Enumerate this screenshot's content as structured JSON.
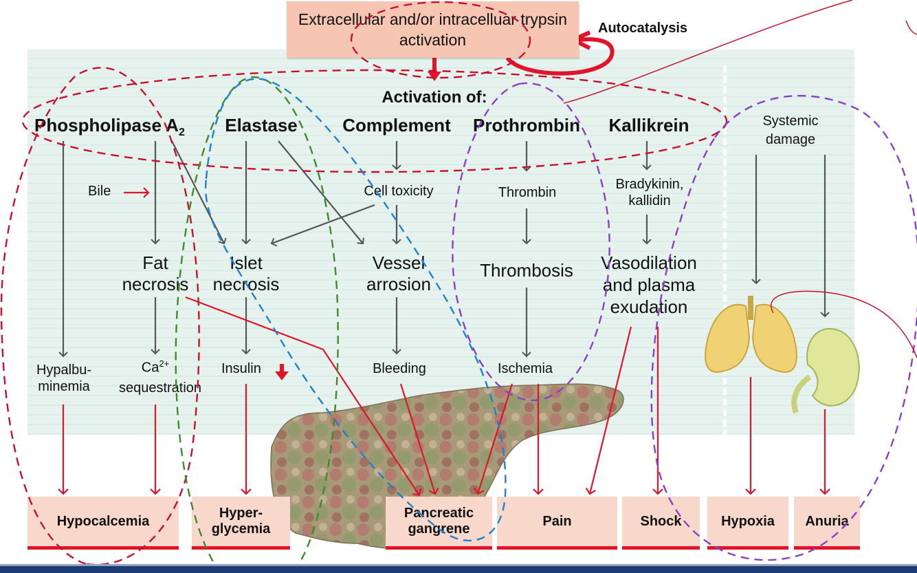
{
  "trigger": {
    "text": "Extracellular and/or intracelluar\ntrypsin activation",
    "autocatalysis": "Autocatalysis"
  },
  "activation_title": "Activation of:",
  "enzymes": {
    "phospholipase": "Phospholipase A",
    "phospholipase_sub": "2",
    "elastase": "Elastase",
    "complement": "Complement",
    "prothrombin": "Prothrombin",
    "kallikrein": "Kallikrein",
    "systemic": "Systemic\ndamage"
  },
  "mid": {
    "bile": "Bile",
    "cell_toxicity": "Cell toxicity",
    "thrombin": "Thrombin",
    "bradykinin": "Bradykinin,\nkallidin",
    "fat_necrosis": "Fat\nnecrosis",
    "islet_necrosis": "Islet\nnecrosis",
    "vessel_arrosion": "Vessel\narrosion",
    "thrombosis": "Thrombosis",
    "vasodilation": "Vasodilation\nand plasma\nexudation"
  },
  "lower": {
    "hypalbuminemia": "Hypalbu-\nminemia",
    "ca": "Ca",
    "ca_sup": "2+",
    "sequestration": "sequestration",
    "insulin": "Insulin",
    "bleeding": "Bleeding",
    "ischemia": "Ischemia"
  },
  "outcomes": {
    "hypocalcemia": "Hypocalcemia",
    "hyperglycemia": "Hyper-\nglycemia",
    "gangrene": "Pancreatic\ngangrene",
    "pain": "Pain",
    "shock": "Shock",
    "hypoxia": "Hypoxia",
    "anuria": "Anuria"
  },
  "colors": {
    "panel": "#e6f2ee",
    "trigger_box": "#f6c6b3",
    "outcome_box": "#f9d8cc",
    "red_arrow": "#e0142a",
    "gray_arrow": "#555555",
    "annot_red": "#c8102e",
    "annot_blue": "#1f7fd0",
    "annot_green": "#3f8a2a",
    "annot_purple": "#8b3fc9",
    "footer": "#1b3c73"
  },
  "icons": [
    "lungs-icon",
    "kidney-icon",
    "pancreas-illustration"
  ]
}
